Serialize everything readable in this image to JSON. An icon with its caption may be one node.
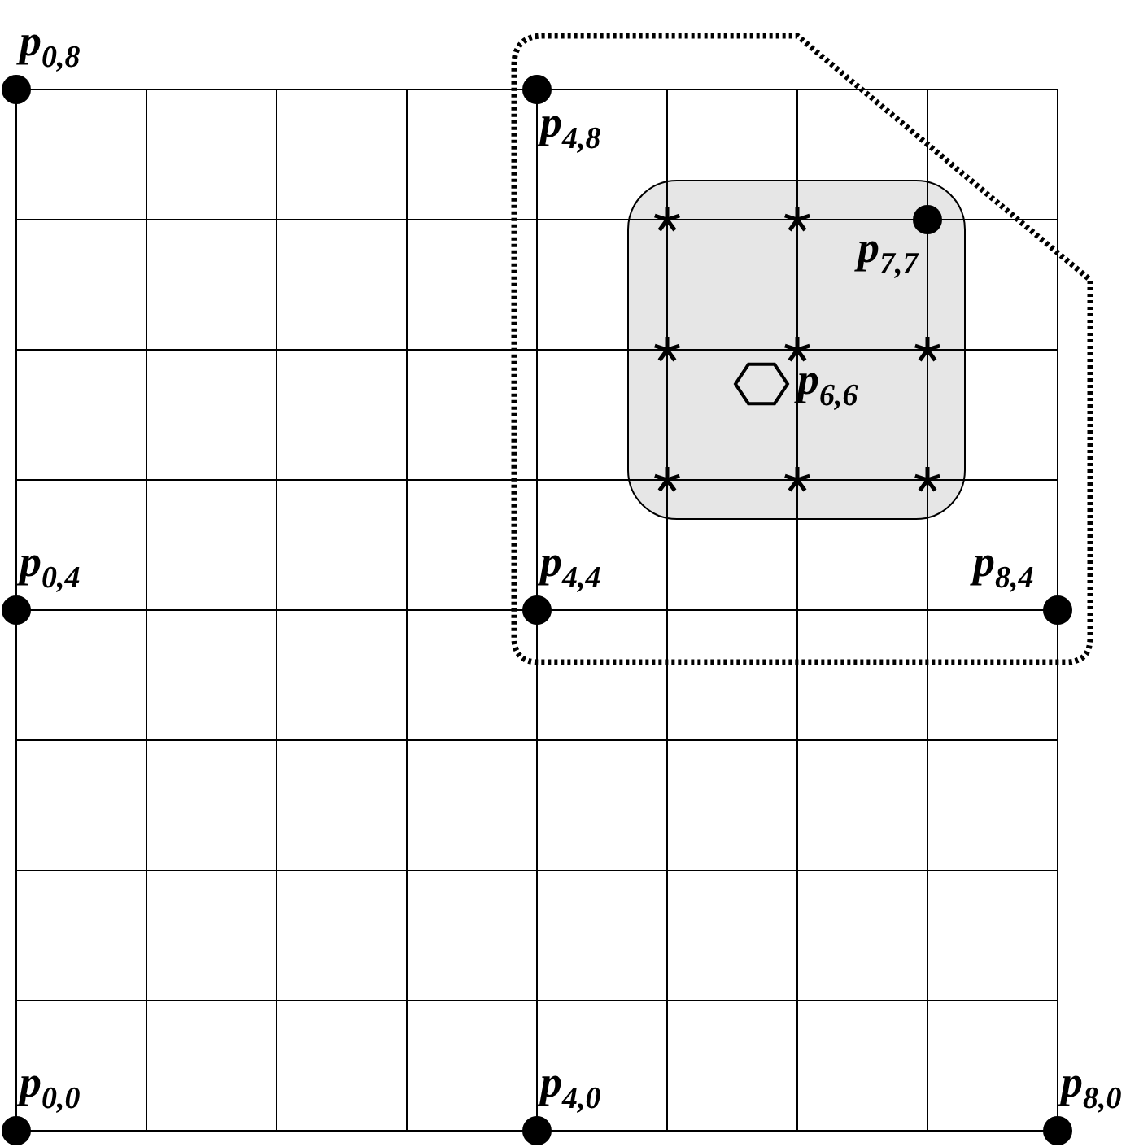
{
  "diagram": {
    "labels": [
      "p$_{0,8}$",
      "p$_{4,8}$",
      "p$_{7,7}$",
      "p$_{6,6}$",
      "p$_{0,4}$",
      "p$_{4,4}$",
      "p$_{8,4}$",
      "p$_{0,0}$",
      "p$_{4,0}$",
      "p$_{8,0}$"
    ]
  }
}
